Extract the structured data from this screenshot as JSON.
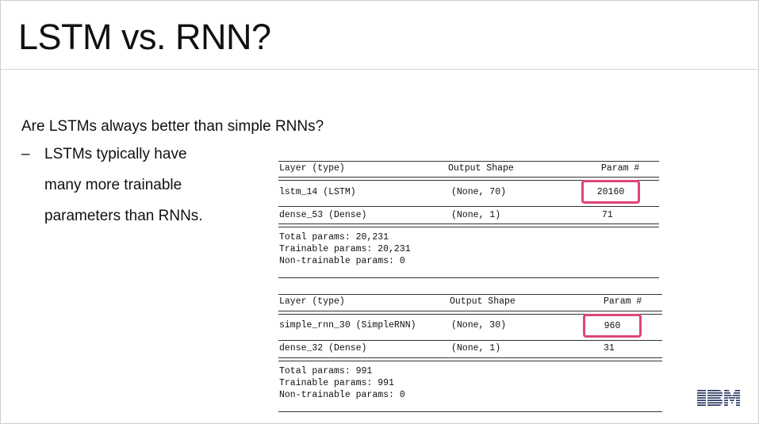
{
  "slide": {
    "title": "LSTM vs. RNN?",
    "question": "Are LSTMs always better than simple RNNs?",
    "bullet_marker": "–",
    "bullet_lines": [
      "LSTMs typically have",
      "many more trainable",
      "parameters than RNNs."
    ]
  },
  "summary1": {
    "headers": [
      "Layer (type)",
      "Output Shape",
      "Param #"
    ],
    "rows": [
      {
        "layer": "lstm_14 (LSTM)",
        "shape": "(None, 70)",
        "params": "20160"
      },
      {
        "layer": "dense_53 (Dense)",
        "shape": "(None, 1)",
        "params": "71"
      }
    ],
    "totals": [
      "Total params: 20,231",
      "Trainable params: 20,231",
      "Non-trainable params: 0"
    ]
  },
  "summary2": {
    "headers": [
      "Layer (type)",
      "Output Shape",
      "Param #"
    ],
    "rows": [
      {
        "layer": "simple_rnn_30 (SimpleRNN)",
        "shape": "(None, 30)",
        "params": "960"
      },
      {
        "layer": "dense_32 (Dense)",
        "shape": "(None, 1)",
        "params": "31"
      }
    ],
    "totals": [
      "Total params: 991",
      "Trainable params: 991",
      "Non-trainable params: 0"
    ]
  },
  "colors": {
    "highlight": "#e0447a",
    "ibm_logo": "#1f2f5a"
  },
  "logo": {
    "text": "IBM"
  }
}
